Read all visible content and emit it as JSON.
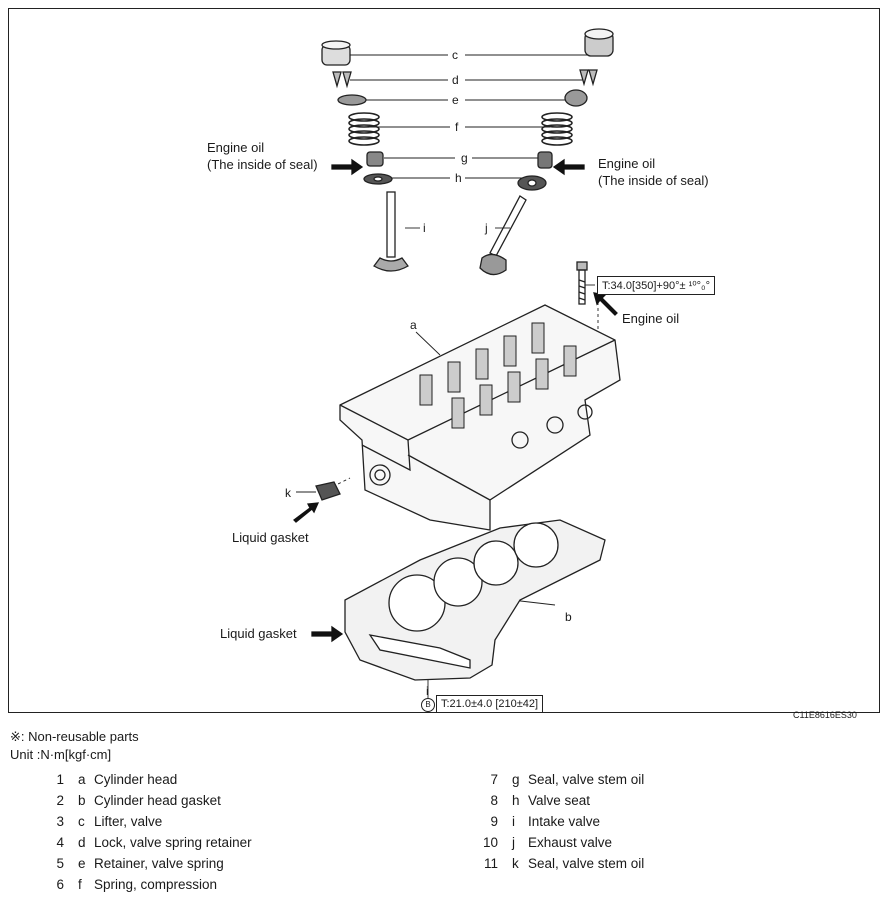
{
  "diagram": {
    "part_letters": [
      "a",
      "b",
      "c",
      "d",
      "e",
      "f",
      "g",
      "h",
      "i",
      "j",
      "k"
    ],
    "callouts": {
      "engine_oil_left_line1": "Engine oil",
      "engine_oil_left_line2": "(The inside of seal)",
      "engine_oil_right_line1": "Engine oil",
      "engine_oil_right_line2": "(The inside of seal)",
      "engine_oil_bolt": "Engine oil",
      "liquid_gasket_k": "Liquid gasket",
      "liquid_gasket_b": "Liquid gasket"
    },
    "torque_head_bolt": "T:34.0[350]+90°± ¹⁰°₀°",
    "torque_plug": "T:21.0±4.0 [210±42]",
    "plug_mark": "B",
    "figure_code": "C11E8616ES30"
  },
  "notes": {
    "non_reusable": "※: Non-reusable parts",
    "unit": "Unit :N·m[kgf·cm]"
  },
  "legend": [
    {
      "num": "1",
      "letter": "a",
      "name": "Cylinder head"
    },
    {
      "num": "2",
      "letter": "b",
      "name": "Cylinder head gasket"
    },
    {
      "num": "3",
      "letter": "c",
      "name": "Lifter, valve"
    },
    {
      "num": "4",
      "letter": "d",
      "name": "Lock, valve spring retainer"
    },
    {
      "num": "5",
      "letter": "e",
      "name": "Retainer, valve spring"
    },
    {
      "num": "6",
      "letter": "f",
      "name": "Spring, compression"
    },
    {
      "num": "7",
      "letter": "g",
      "name": "Seal, valve stem oil"
    },
    {
      "num": "8",
      "letter": "h",
      "name": "Valve seat"
    },
    {
      "num": "9",
      "letter": "i",
      "name": "Intake valve"
    },
    {
      "num": "10",
      "letter": "j",
      "name": "Exhaust valve"
    },
    {
      "num": "11",
      "letter": "k",
      "name": "Seal, valve stem oil"
    }
  ]
}
